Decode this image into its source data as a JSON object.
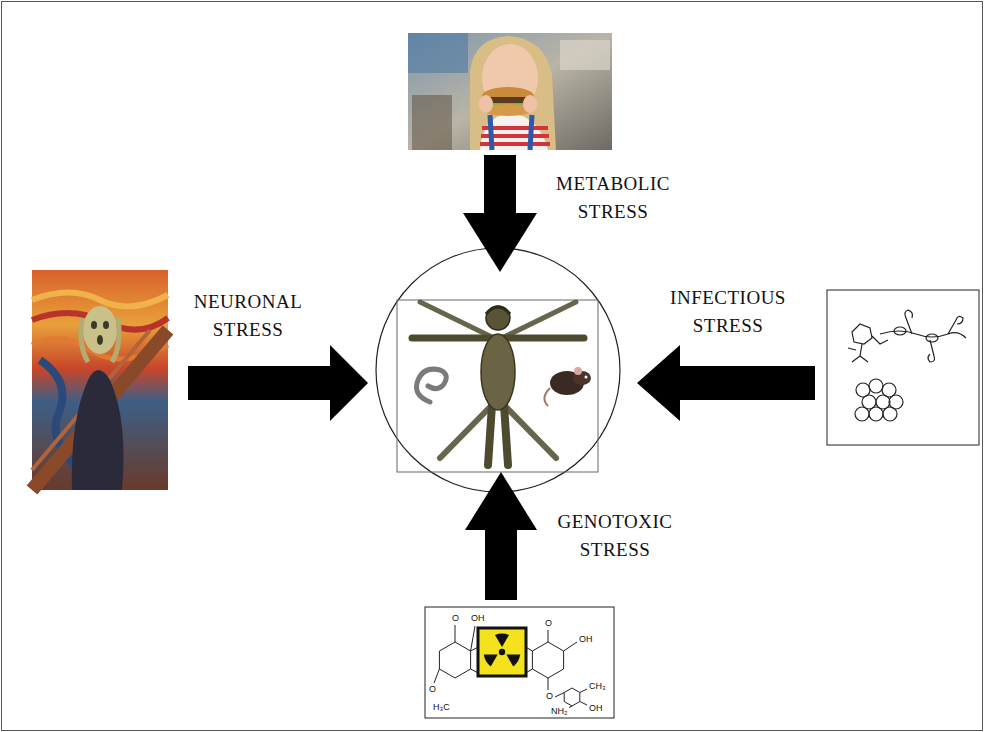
{
  "diagram": {
    "labels": [
      "METABOLIC STRESS",
      "NEURONAL STRESS",
      "INFECTIOUS STRESS",
      "GENOTOXIC STRESS",
      "O",
      "OH",
      "O",
      "OH",
      "O",
      "H₃C",
      "O",
      "CH₃",
      "OH",
      "NH₂"
    ]
  }
}
